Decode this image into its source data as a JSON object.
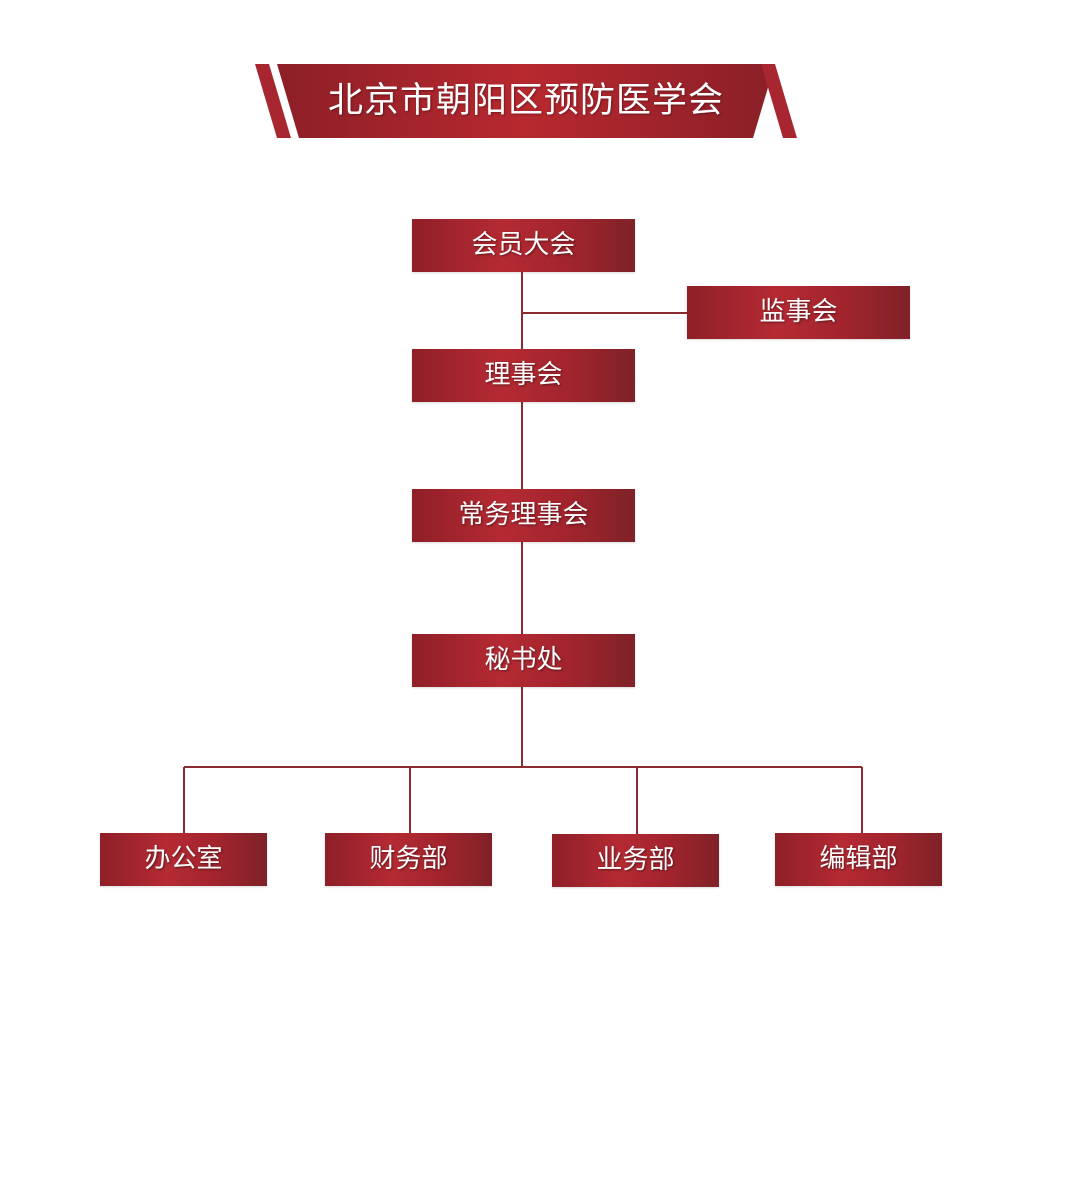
{
  "title": "北京市朝阳区预防医学会",
  "nodes": {
    "general_assembly": "会员大会",
    "supervisory_board": "监事会",
    "council": "理事会",
    "standing_council": "常务理事会",
    "secretariat": "秘书处",
    "office": "办公室",
    "finance": "财务部",
    "business": "业务部",
    "editorial": "编辑部"
  },
  "colors": {
    "primary": "#a8262f",
    "line": "#8b2a30"
  }
}
